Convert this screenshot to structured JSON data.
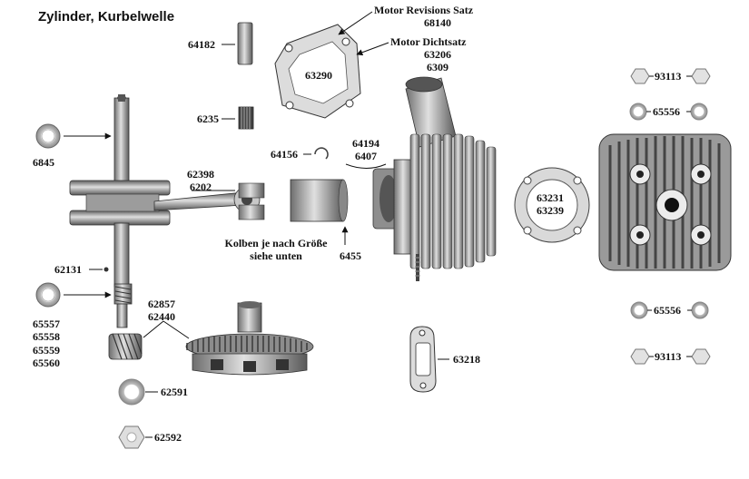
{
  "title": "Zylinder, Kurbelwelle",
  "labels": {
    "motor_revisions_satz": "Motor Revisions Satz",
    "motor_revisions_satz_no": "68140",
    "motor_dichtsatz": "Motor Dichtsatz",
    "motor_dichtsatz_no1": "63206",
    "motor_dichtsatz_no2": "6309",
    "p64182": "64182",
    "p63290": "63290",
    "p6235": "6235",
    "p6845": "6845",
    "p64156": "64156",
    "p64194": "64194",
    "p6407": "6407",
    "p62398": "62398",
    "p6202": "6202",
    "kolben_line1": "Kolben je nach Größe",
    "kolben_line2": "siehe unten",
    "p6455": "6455",
    "p62131": "62131",
    "p65557": "65557",
    "p65558": "65558",
    "p65559": "65559",
    "p65560": "65560",
    "p62857": "62857",
    "p62440": "62440",
    "p62591": "62591",
    "p62592": "62592",
    "p63231": "63231",
    "p63239": "63239",
    "p63218": "63218",
    "p93113_top": "93113",
    "p65556_top": "65556",
    "p65556_bottom": "65556",
    "p93113_bottom": "93113"
  }
}
